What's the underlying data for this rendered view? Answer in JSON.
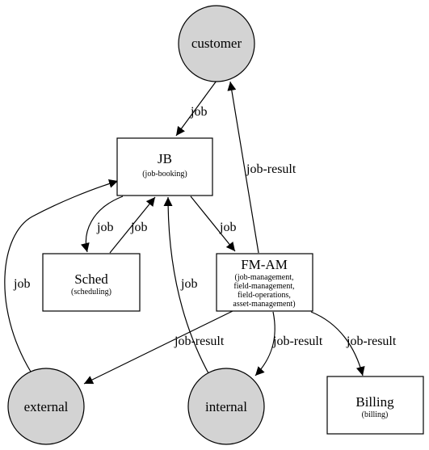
{
  "nodes": {
    "customer": {
      "label": "customer"
    },
    "jb": {
      "label": "JB",
      "sublabel": "(job-booking)"
    },
    "sched": {
      "label": "Sched",
      "sublabel": "(scheduling)"
    },
    "fmam": {
      "label": "FM-AM",
      "sublabel_lines": [
        "(job-management,",
        "field-management,",
        "field-operations,",
        "asset-management)"
      ]
    },
    "external": {
      "label": "external"
    },
    "internal": {
      "label": "internal"
    },
    "billing": {
      "label": "Billing",
      "sublabel": "(billing)"
    }
  },
  "edges": {
    "customer_jb": "job",
    "fmam_customer": "job-result",
    "jb_sched": "job",
    "sched_jb": "job",
    "jb_fmam": "job",
    "external_jb": "job",
    "internal_jb": "job",
    "fmam_external": "job-result",
    "fmam_internal": "job-result",
    "fmam_billing": "job-result"
  },
  "colors": {
    "circle_fill": "#d3d3d3",
    "stroke": "#000000"
  }
}
